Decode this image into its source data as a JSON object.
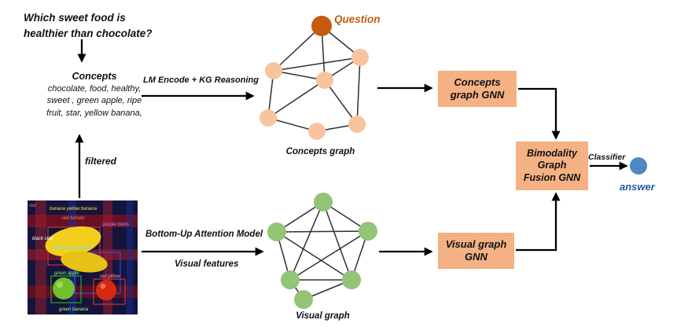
{
  "question_text": "Which sweet food is\nhealthier than chocolate?",
  "concepts": {
    "title": "Concepts",
    "list": "chocolate, food, healthy,\nsweet , green apple, ripe\nfruit, star, yellow banana,"
  },
  "flow_labels": {
    "filtered": "filtered",
    "lm_encode": "LM Encode + KG Reasoning",
    "bottom_up": "Bottom-Up Attention Model",
    "visual_features": "Visual features",
    "classifier": "Classifier"
  },
  "graphs": {
    "concepts_caption": "Concepts graph",
    "visual_caption": "Visual graph",
    "question_node_label": "Question",
    "answer_label": "answer"
  },
  "boxes": {
    "concepts_gnn": "Concepts\ngraph GNN",
    "visual_gnn": "Visual graph\nGNN",
    "fusion": "Bimodality\nGraph\nFusion GNN"
  },
  "image": {
    "region_labels": [
      {
        "text": "red"
      },
      {
        "text": "banana yellow banana"
      },
      {
        "text": "red tomato"
      },
      {
        "text": "purple boots"
      },
      {
        "text": "black shirt"
      },
      {
        "text": "hand hand branch"
      },
      {
        "text": "green apple"
      },
      {
        "text": "red pillow"
      },
      {
        "text": "green banana"
      }
    ]
  },
  "colors": {
    "box_peach": "#F5B183",
    "concept_node": "#F8C49E",
    "question_node": "#C55A11",
    "visual_node": "#93C478",
    "answer_node": "#4E86C6",
    "answer_text": "#2458A6",
    "question_label": "#C55A11"
  }
}
